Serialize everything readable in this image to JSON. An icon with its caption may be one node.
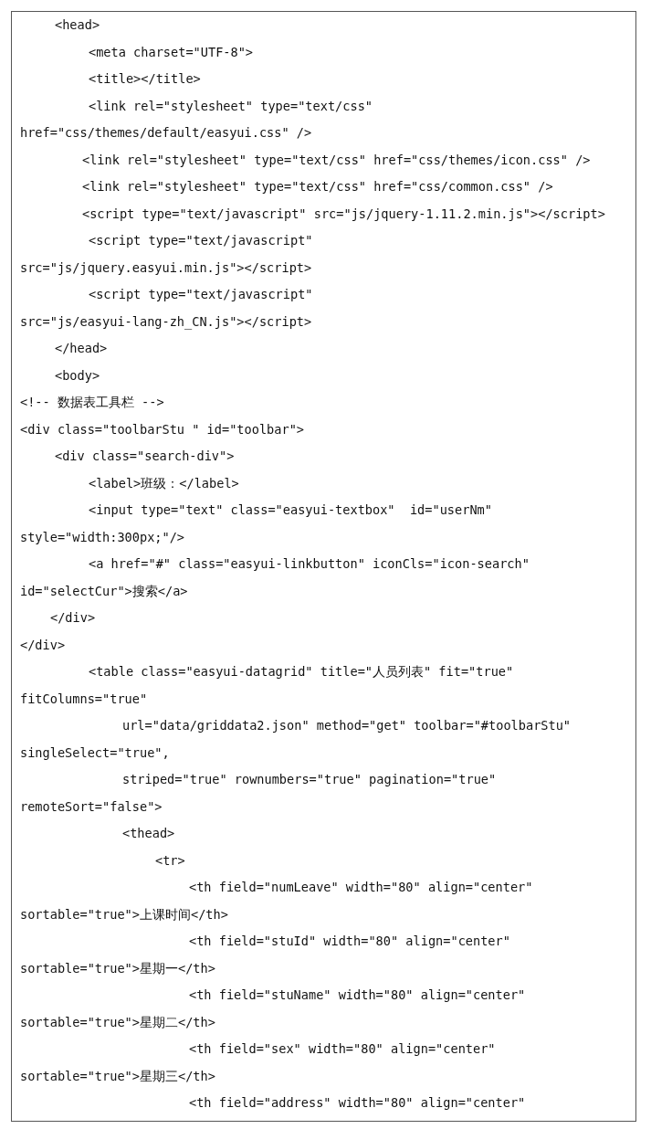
{
  "diagram": {
    "labels": [
      "<head>",
      "<meta charset=\"UTF-8\">",
      "<title></title>",
      "<link rel=\"stylesheet\" type=\"text/css\" href=\"css/themes/default/easyui.css\" />",
      "<link rel=\"stylesheet\" type=\"text/css\" href=\"css/themes/icon.css\" />",
      "<link rel=\"stylesheet\" type=\"text/css\" href=\"css/common.css\" />",
      "<script type=\"text/javascript\" src=\"js/jquery-1.11.2.min.js\"></script>",
      "<script type=\"text/javascript\" src=\"js/jquery.easyui.min.js\"></script>",
      "<script type=\"text/javascript\" src=\"js/easyui-lang-zh_CN.js\"></script>",
      "</head>",
      "<body>",
      "<!-- 数据表工具栏 -->",
      "<div class=\"toolbarStu \" id=\"toolbar\">",
      "<div class=\"search-div\">",
      "<label>班级：</label>",
      "<input type=\"text\" class=\"easyui-textbox\"  id=\"userNm\" style=\"width:300px;\"/>",
      "<a href=\"#\" class=\"easyui-linkbutton\" iconCls=\"icon-search\" id=\"selectCur\">搜索</a>",
      "</div>",
      "</div>",
      "<table class=\"easyui-datagrid\" title=\"人员列表\" fit=\"true\" fitColumns=\"true\"",
      "url=\"data/griddata2.json\" method=\"get\" toolbar=\"#toolbarStu\" singleSelect=\"true\",",
      "striped=\"true\" rownumbers=\"true\" pagination=\"true\" remoteSort=\"false\">",
      "<thead>",
      "<tr>",
      "<th field=\"numLeave\" width=\"80\" align=\"center\" sortable=\"true\">上课时间</th>",
      "<th field=\"stuId\" width=\"80\" align=\"center\" sortable=\"true\">星期一</th>",
      "<th field=\"stuName\" width=\"80\" align=\"center\" sortable=\"true\">星期二</th>",
      "<th field=\"sex\" width=\"80\" align=\"center\" sortable=\"true\">星期三</th>",
      "<th field=\"address\" width=\"80\" align=\"center\""
    ]
  }
}
